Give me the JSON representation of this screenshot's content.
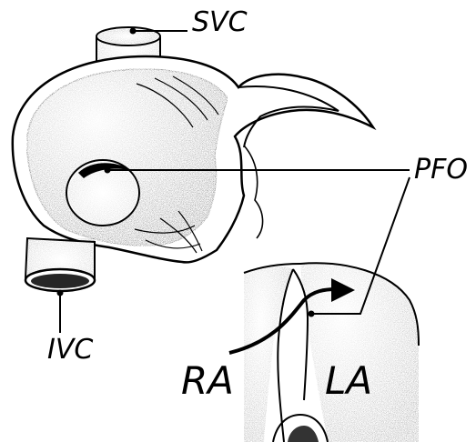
{
  "labels": {
    "svc": "SVC",
    "pfo": "PFO",
    "ivc": "IVC",
    "ra": "RA",
    "la": "LA"
  },
  "colors": {
    "ink": "#000000",
    "paper": "#ffffff",
    "stipple": "#1a1a1a"
  }
}
